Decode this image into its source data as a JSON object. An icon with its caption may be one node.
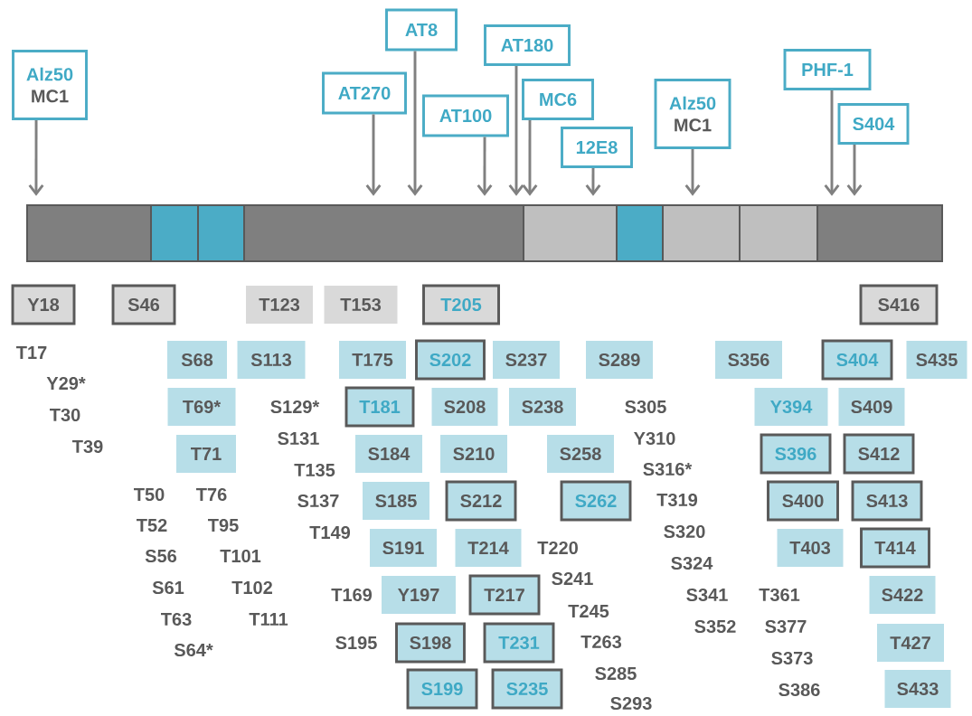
{
  "diagram": {
    "nodes": [
      {
        "text": [
          "Alz50",
          "MC1"
        ]
      },
      {
        "text": [
          "AT270"
        ]
      },
      {
        "text": [
          "AT8"
        ]
      },
      {
        "text": [
          "AT100"
        ]
      },
      {
        "text": [
          "AT180"
        ]
      },
      {
        "text": [
          "MC6"
        ]
      },
      {
        "text": [
          "12E8"
        ]
      },
      {
        "text": [
          "Alz50",
          "MC1"
        ]
      },
      {
        "text": [
          "PHF-1"
        ]
      },
      {
        "text": [
          "S404"
        ]
      },
      {
        "text": [],
        "shape": "box"
      },
      {
        "text": [],
        "shape": "box"
      },
      {
        "text": [],
        "shape": "box"
      },
      {
        "text": [],
        "shape": "box"
      },
      {
        "text": [],
        "shape": "box"
      },
      {
        "text": [],
        "shape": "box"
      },
      {
        "text": [],
        "shape": "box"
      },
      {
        "text": [],
        "shape": "box"
      },
      {
        "text": [],
        "shape": "box"
      },
      {
        "text": [
          "Y18"
        ]
      },
      {
        "text": [
          "S46"
        ]
      },
      {
        "text": [
          "T123"
        ]
      },
      {
        "text": [
          "T153"
        ]
      },
      {
        "text": [
          "T205"
        ]
      },
      {
        "text": [
          "S416"
        ]
      },
      {
        "text": [
          "S68"
        ]
      },
      {
        "text": [
          "S113"
        ]
      },
      {
        "text": [
          "T175"
        ]
      },
      {
        "text": [
          "S202"
        ]
      },
      {
        "text": [
          "S237"
        ]
      },
      {
        "text": [
          "S289"
        ]
      },
      {
        "text": [
          "S356"
        ]
      },
      {
        "text": [
          "S404"
        ]
      },
      {
        "text": [
          "S435"
        ]
      },
      {
        "text": [
          "T69*"
        ]
      },
      {
        "text": [
          "T181"
        ]
      },
      {
        "text": [
          "S208"
        ]
      },
      {
        "text": [
          "S238"
        ]
      },
      {
        "text": [
          "Y394"
        ]
      },
      {
        "text": [
          "S409"
        ]
      },
      {
        "text": [
          "T71"
        ]
      },
      {
        "text": [
          "S184"
        ]
      },
      {
        "text": [
          "S210"
        ]
      },
      {
        "text": [
          "S258"
        ]
      },
      {
        "text": [
          "S396"
        ]
      },
      {
        "text": [
          "S412"
        ]
      },
      {
        "text": [
          "S185"
        ]
      },
      {
        "text": [
          "S212"
        ]
      },
      {
        "text": [
          "S262"
        ]
      },
      {
        "text": [
          "S400"
        ]
      },
      {
        "text": [
          "S413"
        ]
      },
      {
        "text": [
          "S191"
        ]
      },
      {
        "text": [
          "T214"
        ]
      },
      {
        "text": [
          "T403"
        ]
      },
      {
        "text": [
          "T414"
        ]
      },
      {
        "text": [
          "Y197"
        ]
      },
      {
        "text": [
          "T217"
        ]
      },
      {
        "text": [
          "S422"
        ]
      },
      {
        "text": [
          "S198"
        ]
      },
      {
        "text": [
          "T231"
        ]
      },
      {
        "text": [
          "T427"
        ]
      },
      {
        "text": [
          "S199"
        ]
      },
      {
        "text": [
          "S235"
        ]
      },
      {
        "text": [
          "S433"
        ]
      }
    ],
    "edges": [
      {
        "from": 0,
        "to": 10,
        "arrow": "to"
      },
      {
        "from": 1,
        "to": 13,
        "arrow": "to"
      },
      {
        "from": 2,
        "to": 13,
        "arrow": "to"
      },
      {
        "from": 3,
        "to": 13,
        "arrow": "to"
      },
      {
        "from": 4,
        "to": 13,
        "arrow": "to"
      },
      {
        "from": 5,
        "to": 14,
        "arrow": "to"
      },
      {
        "from": 6,
        "to": 14,
        "arrow": "to"
      },
      {
        "from": 7,
        "to": 16,
        "arrow": "to"
      },
      {
        "from": 8,
        "to": 18,
        "arrow": "to"
      },
      {
        "from": 9,
        "to": 18,
        "arrow": "to"
      }
    ],
    "labels": [
      "T17",
      "Y29*",
      "T30",
      "T39",
      "T50",
      "T76",
      "T52",
      "T95",
      "S56",
      "T101",
      "S61",
      "T102",
      "T63",
      "T111",
      "S64*",
      "S129*",
      "S131",
      "T135",
      "S137",
      "T149",
      "T169",
      "S195",
      "T220",
      "S241",
      "T245",
      "T263",
      "S285",
      "S293",
      "S305",
      "Y310",
      "S316*",
      "T319",
      "S320",
      "S324",
      "S341",
      "S352",
      "T361",
      "S377",
      "S373",
      "S386"
    ]
  }
}
